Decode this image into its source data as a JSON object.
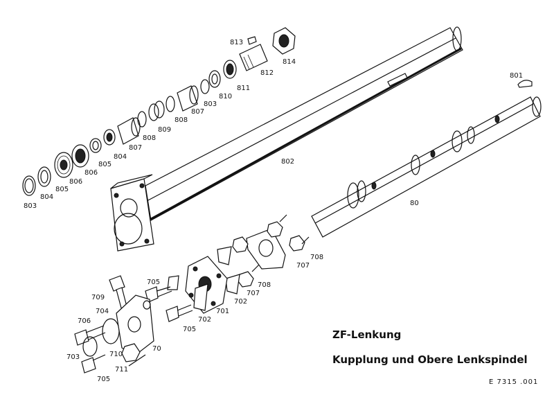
{
  "diagram": {
    "title_line1": "ZF-Lenkung",
    "title_line2": "Kupplung und Obere Lenkspindel",
    "reference": "E  7315 .001",
    "labels": [
      {
        "id": "l813",
        "text": "813"
      },
      {
        "id": "l814",
        "text": "814"
      },
      {
        "id": "l812",
        "text": "812"
      },
      {
        "id": "l811",
        "text": "811"
      },
      {
        "id": "l810",
        "text": "810"
      },
      {
        "id": "l803a",
        "text": "803"
      },
      {
        "id": "l807a",
        "text": "807"
      },
      {
        "id": "l808a",
        "text": "808"
      },
      {
        "id": "l809",
        "text": "809"
      },
      {
        "id": "l808b",
        "text": "808"
      },
      {
        "id": "l807b",
        "text": "807"
      },
      {
        "id": "l804a",
        "text": "804"
      },
      {
        "id": "l805a",
        "text": "805"
      },
      {
        "id": "l806a",
        "text": "806"
      },
      {
        "id": "l806b",
        "text": "806"
      },
      {
        "id": "l805b",
        "text": "805"
      },
      {
        "id": "l804b",
        "text": "804"
      },
      {
        "id": "l803b",
        "text": "803"
      },
      {
        "id": "l802",
        "text": "802"
      },
      {
        "id": "l801",
        "text": "801"
      },
      {
        "id": "l80",
        "text": "80"
      },
      {
        "id": "l708a",
        "text": "708"
      },
      {
        "id": "l707a",
        "text": "707"
      },
      {
        "id": "l708b",
        "text": "708"
      },
      {
        "id": "l707b",
        "text": "707"
      },
      {
        "id": "l702a",
        "text": "702"
      },
      {
        "id": "l701",
        "text": "701"
      },
      {
        "id": "l702b",
        "text": "702"
      },
      {
        "id": "l705a",
        "text": "705"
      },
      {
        "id": "l705b",
        "text": "705"
      },
      {
        "id": "l709",
        "text": "709"
      },
      {
        "id": "l704",
        "text": "704"
      },
      {
        "id": "l706",
        "text": "706"
      },
      {
        "id": "l703",
        "text": "703"
      },
      {
        "id": "l710",
        "text": "710"
      },
      {
        "id": "l70",
        "text": "70"
      },
      {
        "id": "l711",
        "text": "711"
      },
      {
        "id": "l705c",
        "text": "705"
      }
    ]
  }
}
